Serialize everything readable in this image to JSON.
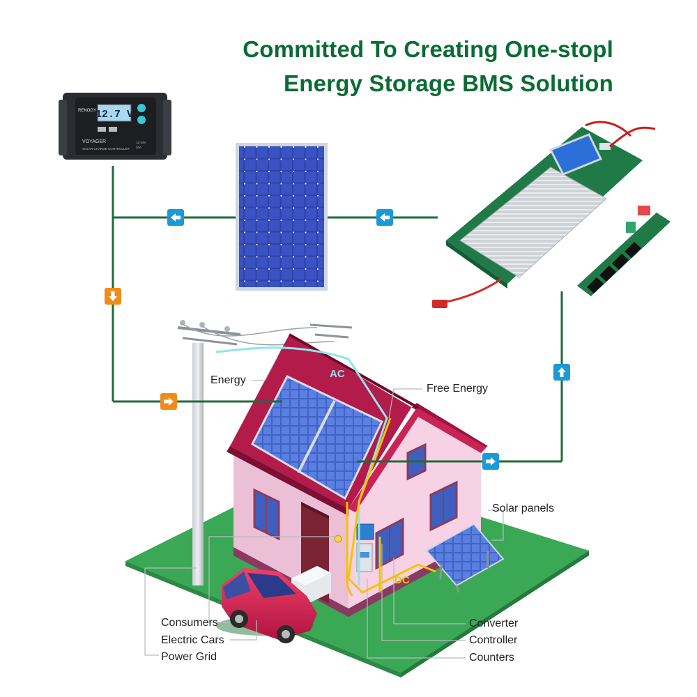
{
  "header": {
    "title_line1": "Committed To Creating One-stopl",
    "title_line2": "Energy Storage BMS Solution"
  },
  "colors": {
    "title_green": "#0b6b34",
    "flow_line": "#1f6b3a",
    "blue_arrow": "#1b9ad6",
    "orange_arrow": "#f08c1a",
    "roof_red": "#b21b4a",
    "wall_pink": "#f4c7de",
    "grass_green": "#3aa855",
    "wire_yellow": "#f5c400"
  },
  "device_text": {
    "controller_display": "12.7 V",
    "controller_brand": "RENOGY",
    "controller_model": "VOYAGER",
    "controller_subtitle": "SOLAR CHARGE CONTROLLER",
    "controller_rating1": "12-24V",
    "controller_rating2": "20A"
  },
  "house_tags": {
    "ac": "AC",
    "dc": "DC"
  },
  "labels": {
    "energy": "Energy",
    "free_energy": "Free Energy",
    "solar_panels": "Solar panels",
    "consumers": "Consumers",
    "electric_cars": "Electric Cars",
    "power_grid": "Power Grid",
    "converter": "Converter",
    "controller": "Controller",
    "counters": "Counters"
  },
  "icons": {
    "arrow_left": "arrow-left-icon",
    "arrow_down": "arrow-down-icon",
    "arrow_right": "arrow-right-icon",
    "arrow_up": "arrow-up-icon"
  }
}
